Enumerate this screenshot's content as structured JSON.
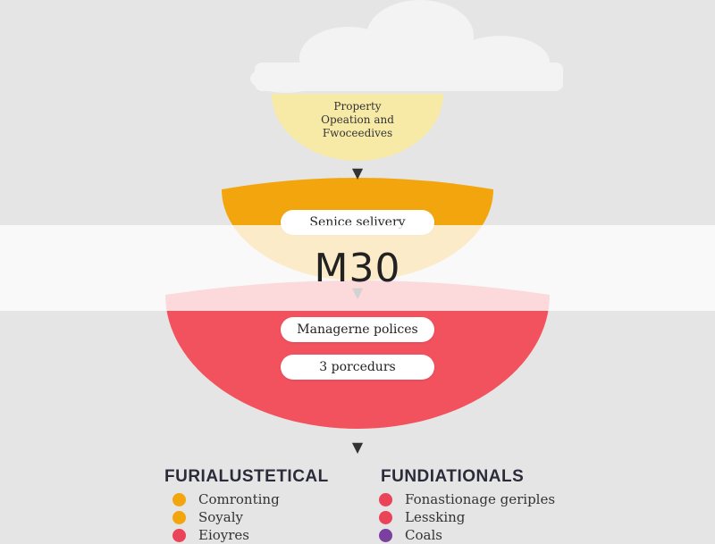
{
  "colors": {
    "background": "#e5e5e5",
    "cloud": "#f3f3f3",
    "top_bowl": "#f7eaa7",
    "middle_bowl": "#f2a50c",
    "bottom_bowl": "#f2515e",
    "pill": "#ffffff",
    "dot_orange": "#f2a50c",
    "dot_red": "#ea4458",
    "dot_purple": "#7b3fa0"
  },
  "diagram": {
    "top_lines": [
      "Property",
      "Opeation and",
      "Fwoceedives"
    ],
    "middle_pill": "Senice selivery",
    "bottom_pills": [
      "Managerne polices",
      "3 porcedurs"
    ]
  },
  "watermark": "M30",
  "legend": {
    "left": {
      "title": "FURIALUSTETICAL",
      "items": [
        {
          "label": "Comronting",
          "color": "#f2a50c"
        },
        {
          "label": "Soyaly",
          "color": "#f2a50c"
        },
        {
          "label": "Eioyres",
          "color": "#ea4458"
        }
      ]
    },
    "right": {
      "title": "FUNDIATIONALS",
      "items": [
        {
          "label": "Fonastionage geriples",
          "color": "#ea4458"
        },
        {
          "label": "Lessking",
          "color": "#ea4458"
        },
        {
          "label": "Coals",
          "color": "#7b3fa0"
        }
      ]
    }
  }
}
